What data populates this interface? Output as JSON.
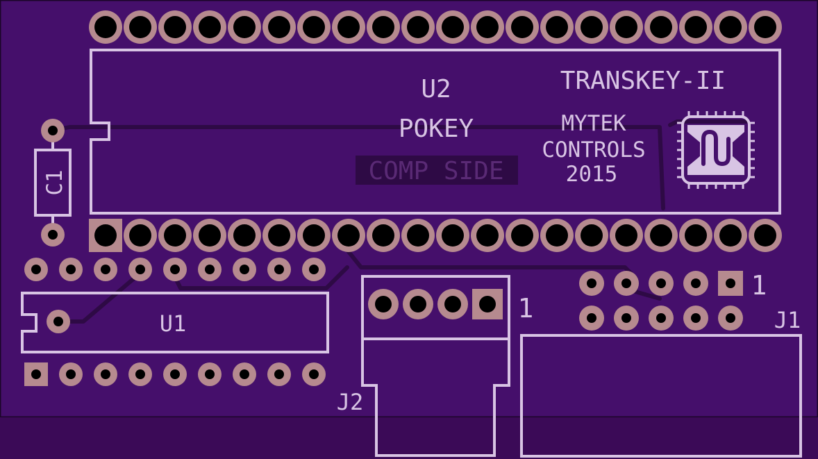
{
  "board": {
    "title": "TRANSKEY-II",
    "maker_line1": "MYTEK",
    "maker_line2": "CONTROLS",
    "year": "2015",
    "solder_side_label": "COMP SIDE",
    "logo_icon": "mytek-chip-logo-icon"
  },
  "components": {
    "u2_ref": "U2",
    "u2_value": "POKEY",
    "u1_ref": "U1",
    "c1_ref": "C1",
    "j1_ref": "J1",
    "j2_ref": "J2",
    "j1_pin1_marker": "1",
    "j2_pin1_marker": "1"
  },
  "colors": {
    "board": "#450f6b",
    "silkscreen": "#d8c4e4",
    "pad_copper": "#b68a8f",
    "drill": "#000000",
    "trace": "#2e0a45"
  }
}
